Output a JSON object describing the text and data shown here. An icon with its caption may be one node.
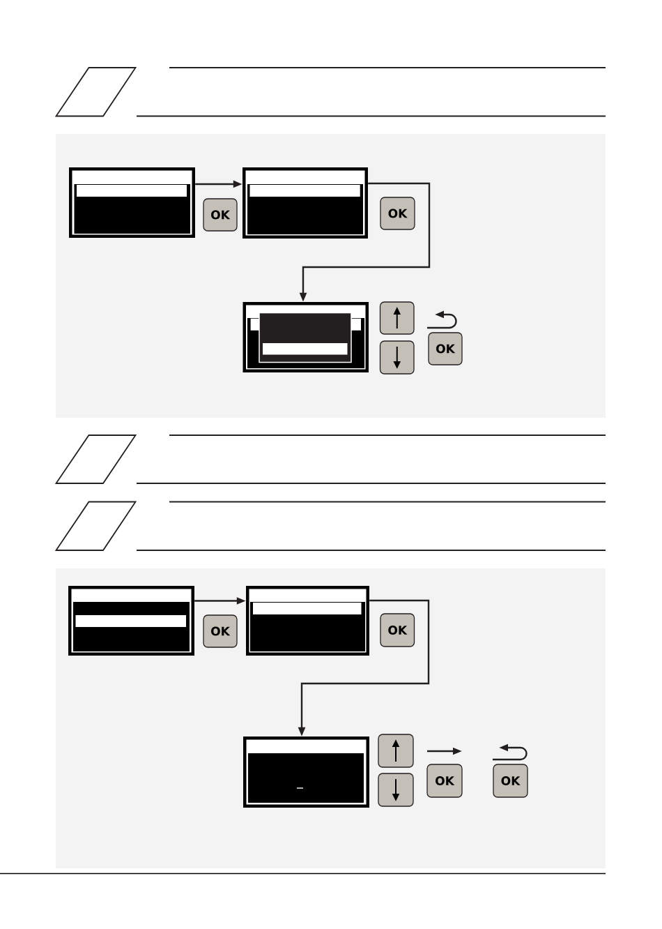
{
  "diagram": {
    "nodes": [
      {
        "text": [],
        "shape": "parallelogram"
      },
      {
        "text": [],
        "shape": "screen"
      },
      {
        "text": [
          "OK"
        ]
      },
      {
        "text": [],
        "shape": "screen"
      },
      {
        "text": [
          "OK"
        ]
      },
      {
        "text": [],
        "shape": "screen"
      },
      {
        "text": [],
        "shape": "button"
      },
      {
        "text": [],
        "shape": "button"
      },
      {
        "text": [
          "OK"
        ]
      },
      {
        "text": [],
        "shape": "parallelogram"
      },
      {
        "text": [],
        "shape": "parallelogram"
      },
      {
        "text": [],
        "shape": "screen"
      },
      {
        "text": [
          "OK"
        ]
      },
      {
        "text": [],
        "shape": "screen"
      },
      {
        "text": [
          "OK"
        ]
      },
      {
        "text": [],
        "shape": "screen"
      },
      {
        "text": [],
        "shape": "button"
      },
      {
        "text": [],
        "shape": "button"
      },
      {
        "text": [
          "OK"
        ]
      },
      {
        "text": [
          "OK"
        ]
      }
    ],
    "edges": [
      {
        "from": 1,
        "to": 3,
        "arrow": "to"
      },
      {
        "from": 3,
        "to": 5,
        "arrow": "to"
      },
      {
        "from": 11,
        "to": 13,
        "arrow": "to"
      },
      {
        "from": 13,
        "to": 15,
        "arrow": "to"
      }
    ]
  }
}
